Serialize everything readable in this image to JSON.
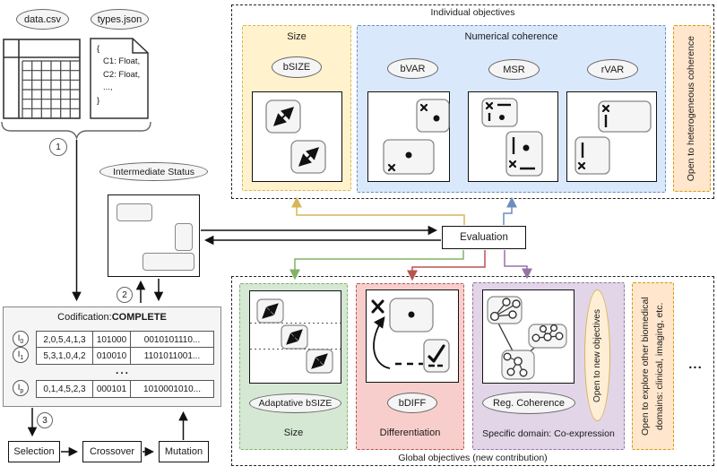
{
  "colors": {
    "yellow_fill": "#fff2cc",
    "yellow_border": "#d6b656",
    "blue_fill": "#dae8fc",
    "blue_border": "#6c8ebf",
    "orange_fill": "#ffe6cc",
    "orange_border": "#d79b00",
    "green_fill": "#d5e8d4",
    "green_border": "#82b366",
    "red_fill": "#f8cecc",
    "red_border": "#b85450",
    "purple_fill": "#e1d5e7",
    "purple_border": "#9673a6",
    "gray_fill": "#f5f5f5",
    "gray_border": "#666666"
  },
  "icons": {
    "table": "spreadsheet-grid-icon",
    "document": "json-document-icon",
    "resize": "diagonal-double-arrow-icon",
    "network": "coexpression-network-icon"
  },
  "inputs": {
    "data_file": "data.csv",
    "types_file": "types.json",
    "types_lines": [
      "{",
      "C1: Float,",
      "C2: Float,",
      "...,",
      "}"
    ]
  },
  "steps": {
    "one": "1",
    "two": "2",
    "three": "3"
  },
  "status": {
    "label": "Intermediate Status"
  },
  "codification": {
    "title_prefix": "Codification: ",
    "title_mode": "COMPLETE",
    "individuals": [
      {
        "name": "I",
        "sub": "0",
        "cols": [
          "2,0,5,4,1,3",
          "101000",
          "0010101110..."
        ]
      },
      {
        "name": "I",
        "sub": "1",
        "cols": [
          "5,3,1,0,4,2",
          "010010",
          "1101011001..."
        ]
      },
      {
        "name": "I",
        "sub": "p",
        "cols": [
          "0,1,4,5,2,3",
          "000101",
          "1010001010..."
        ]
      }
    ],
    "ellipsis": "..."
  },
  "operators": {
    "selection": "Selection",
    "crossover": "Crossover",
    "mutation": "Mutation"
  },
  "evaluation": {
    "label": "Evaluation"
  },
  "individual_objectives": {
    "title": "Individual objectives",
    "size": {
      "title": "Size",
      "badge": "bSIZE"
    },
    "numerical": {
      "title": "Numerical coherence",
      "bvar": "bVAR",
      "msr": "MSR",
      "rvar": "rVAR"
    },
    "open_note": "Open to heterogeneous coherence"
  },
  "global_objectives": {
    "title": "Global objectives (new contribution)",
    "size": {
      "title": "Size",
      "badge": "Adaptative bSIZE"
    },
    "differentiation": {
      "title": "Differentiation",
      "badge": "bDIFF"
    },
    "specific": {
      "title": "Specific domain: Co-expression",
      "badge": "Reg. Coherence",
      "open_badge": "Open to new objectives"
    },
    "open_note": "Open to explore other biomedical domains: clinical, imaging, etc.",
    "ellipsis": "..."
  }
}
